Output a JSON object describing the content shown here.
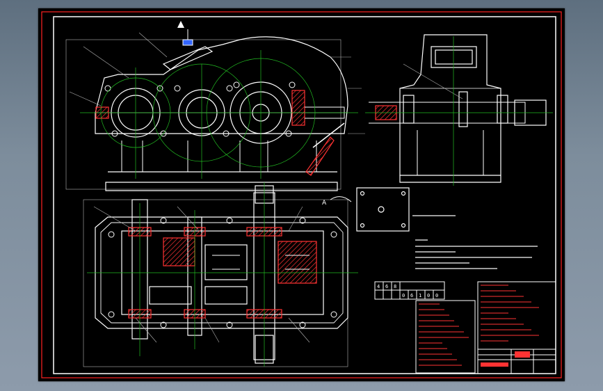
{
  "colors": {
    "background": "#7d8d9c",
    "sheet": "#000000",
    "line": "#ffffff",
    "hatch": "#ff3333",
    "center": "#22bb22",
    "border": "#ff2222",
    "dim": "#b4b4b4",
    "highlight": "#3366ff"
  },
  "drawing": {
    "view_label": "A",
    "table_cells": [
      "4",
      "6",
      "8",
      "0",
      "6",
      "1",
      "0",
      "0"
    ]
  }
}
